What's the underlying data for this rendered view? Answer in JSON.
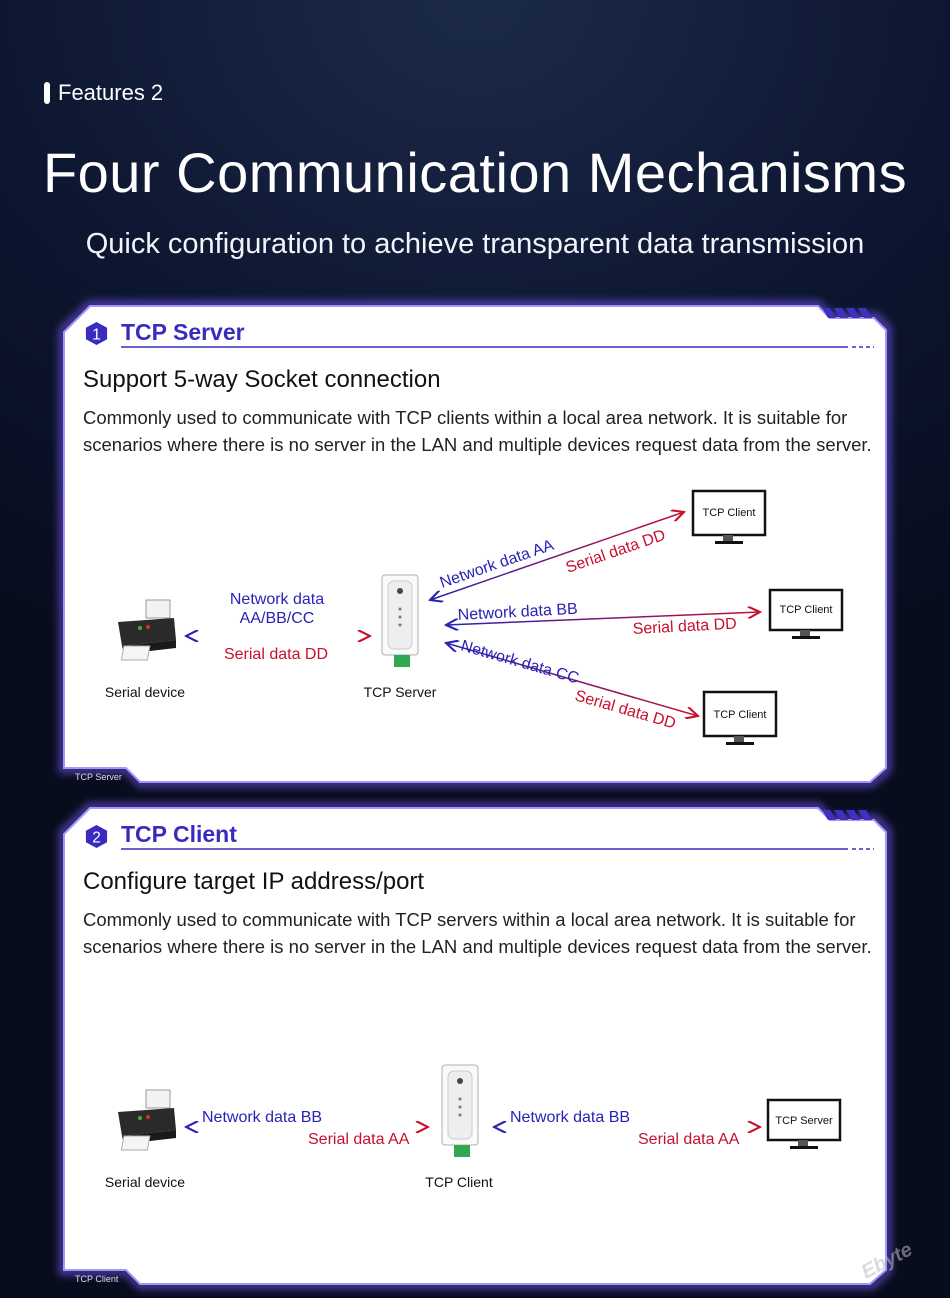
{
  "header": {
    "feature_tag": "Features 2",
    "title": "Four Communication Mechanisms",
    "subtitle": "Quick configuration to achieve transparent data transmission"
  },
  "colors": {
    "accent_purple": "#3a2bbf",
    "network_blue": "#2a22b5",
    "serial_red": "#c8102e",
    "frame_glow": "#6a4cf0"
  },
  "panels": [
    {
      "number": "1",
      "title": "TCP Server",
      "heading": "Support 5-way Socket connection",
      "description": "Commonly used to communicate with TCP clients within a local area network. It is suitable for scenarios where there is no server in the LAN and multiple devices request data from the server.",
      "corner_label": "TCP Server",
      "diagram": {
        "serial_device_label": "Serial device",
        "center_label": "TCP Server",
        "left_network": "Network data",
        "left_network2": "AA/BB/CC",
        "left_serial": "Serial data DD",
        "clients": [
          "TCP Client",
          "TCP Client",
          "TCP Client"
        ],
        "link1_network": "Network data AA",
        "link1_serial": "Serial data DD",
        "link2_network": "Network data BB",
        "link2_serial": "Serial data DD",
        "link3_network": "Network data CC",
        "link3_serial": "Serial data DD"
      }
    },
    {
      "number": "2",
      "title": "TCP Client",
      "heading": "Configure target IP address/port",
      "description": "Commonly used to communicate with TCP servers within a local area network. It is suitable for scenarios where there is no server in the LAN and multiple devices request data from the server.",
      "corner_label": "TCP Client",
      "diagram": {
        "serial_device_label": "Serial device",
        "center_label": "TCP Client",
        "server_label": "TCP Server",
        "left_network": "Network data BB",
        "left_serial": "Serial data AA",
        "right_network": "Network data BB",
        "right_serial": "Serial data AA"
      }
    }
  ],
  "watermark": "Ebyte"
}
